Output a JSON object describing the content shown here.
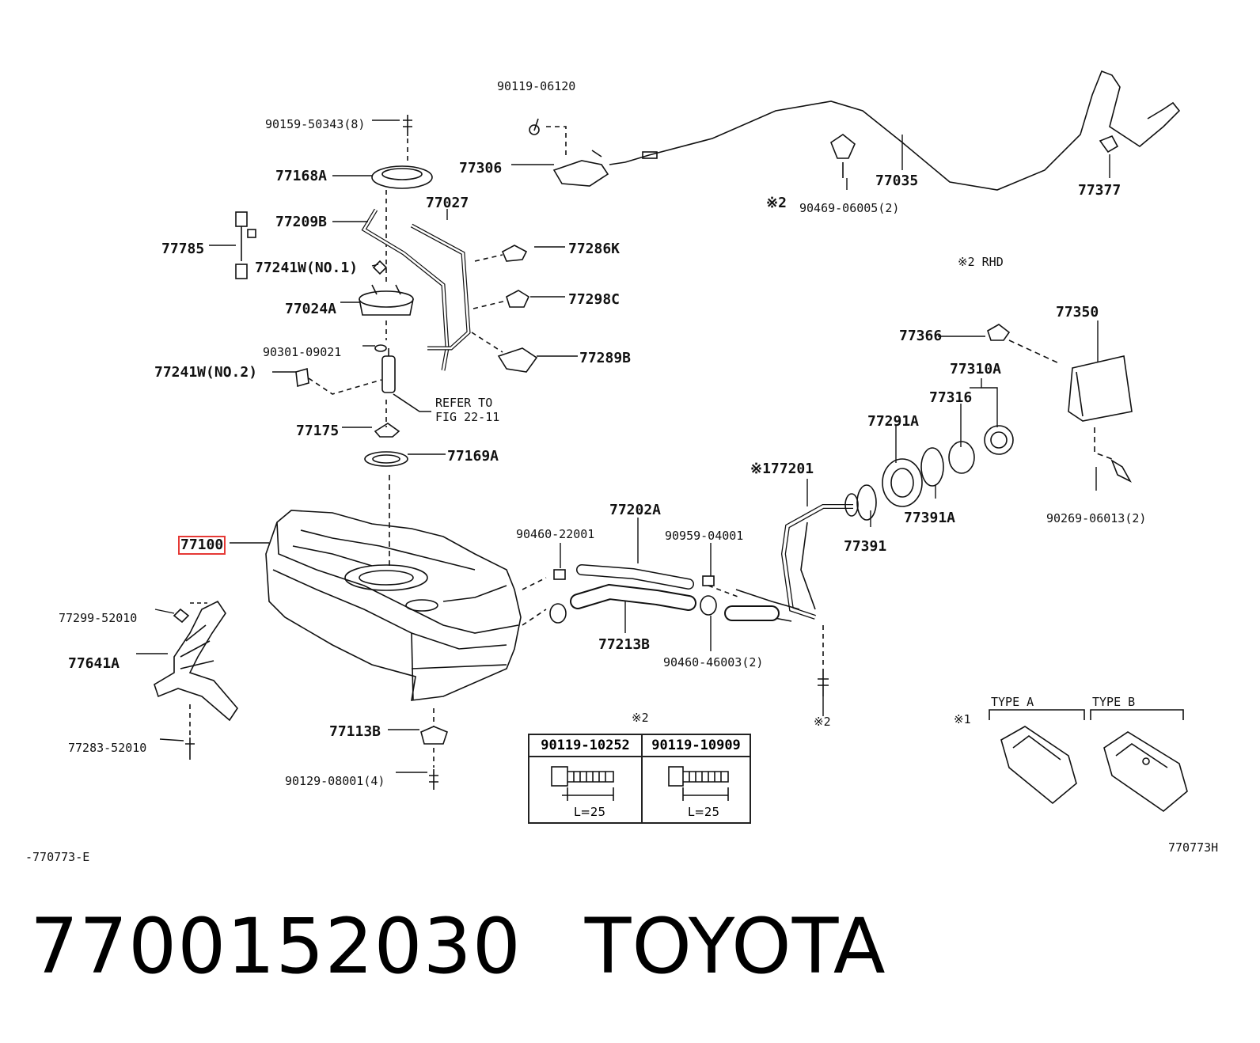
{
  "labels": {
    "p90119_06120": "90119-06120",
    "p90159_50343": "90159-50343(8)",
    "p77168A": "77168A",
    "p77306": "77306",
    "p77027": "77027",
    "p77209B": "77209B",
    "p77785": "77785",
    "p77241W_1": "77241W(NO.1)",
    "p77286K": "77286K",
    "p77024A": "77024A",
    "p77298C": "77298C",
    "p90301_09021": "90301-09021",
    "p77289B": "77289B",
    "p77241W_2": "77241W(NO.2)",
    "refer_line1": "REFER TO",
    "refer_line2": "FIG 22-11",
    "p77175": "77175",
    "p77169A": "77169A",
    "p77100": "77100",
    "p77299_52010": "77299-52010",
    "p77641A": "77641A",
    "p77283_52010": "77283-52010",
    "p77113B": "77113B",
    "p90129_08001": "90129-08001(4)",
    "p90460_22001": "90460-22001",
    "p77202A": "77202A",
    "p90959_04001": "90959-04001",
    "p77213B": "77213B",
    "p90460_46003": "90460-46003(2)",
    "p77201": "※177201",
    "p77391": "77391",
    "p77291A": "77291A",
    "p77391A": "77391A",
    "p77316": "77316",
    "p77310A": "77310A",
    "p77366": "77366",
    "p77350": "77350",
    "p90269_06013": "90269-06013(2)",
    "p77035": "77035",
    "p77377": "77377",
    "note2_a": "※2",
    "p90469_06005": "90469-06005(2)",
    "note_rhd": "※2 RHD",
    "note2_b": "※2",
    "note2_table": "※2",
    "note1": "※1",
    "type_a": "TYPE A",
    "type_b": "TYPE B",
    "code_left": "-770773-E",
    "code_right": "770773H"
  },
  "bolt_table": {
    "col1_part": "90119-10252",
    "col2_part": "90119-10909",
    "col1_len": "L=25",
    "col2_len": "L=25"
  },
  "caption": {
    "part_number": "7700152030",
    "brand": "TOYOTA"
  },
  "highlight_color": "#e53935"
}
